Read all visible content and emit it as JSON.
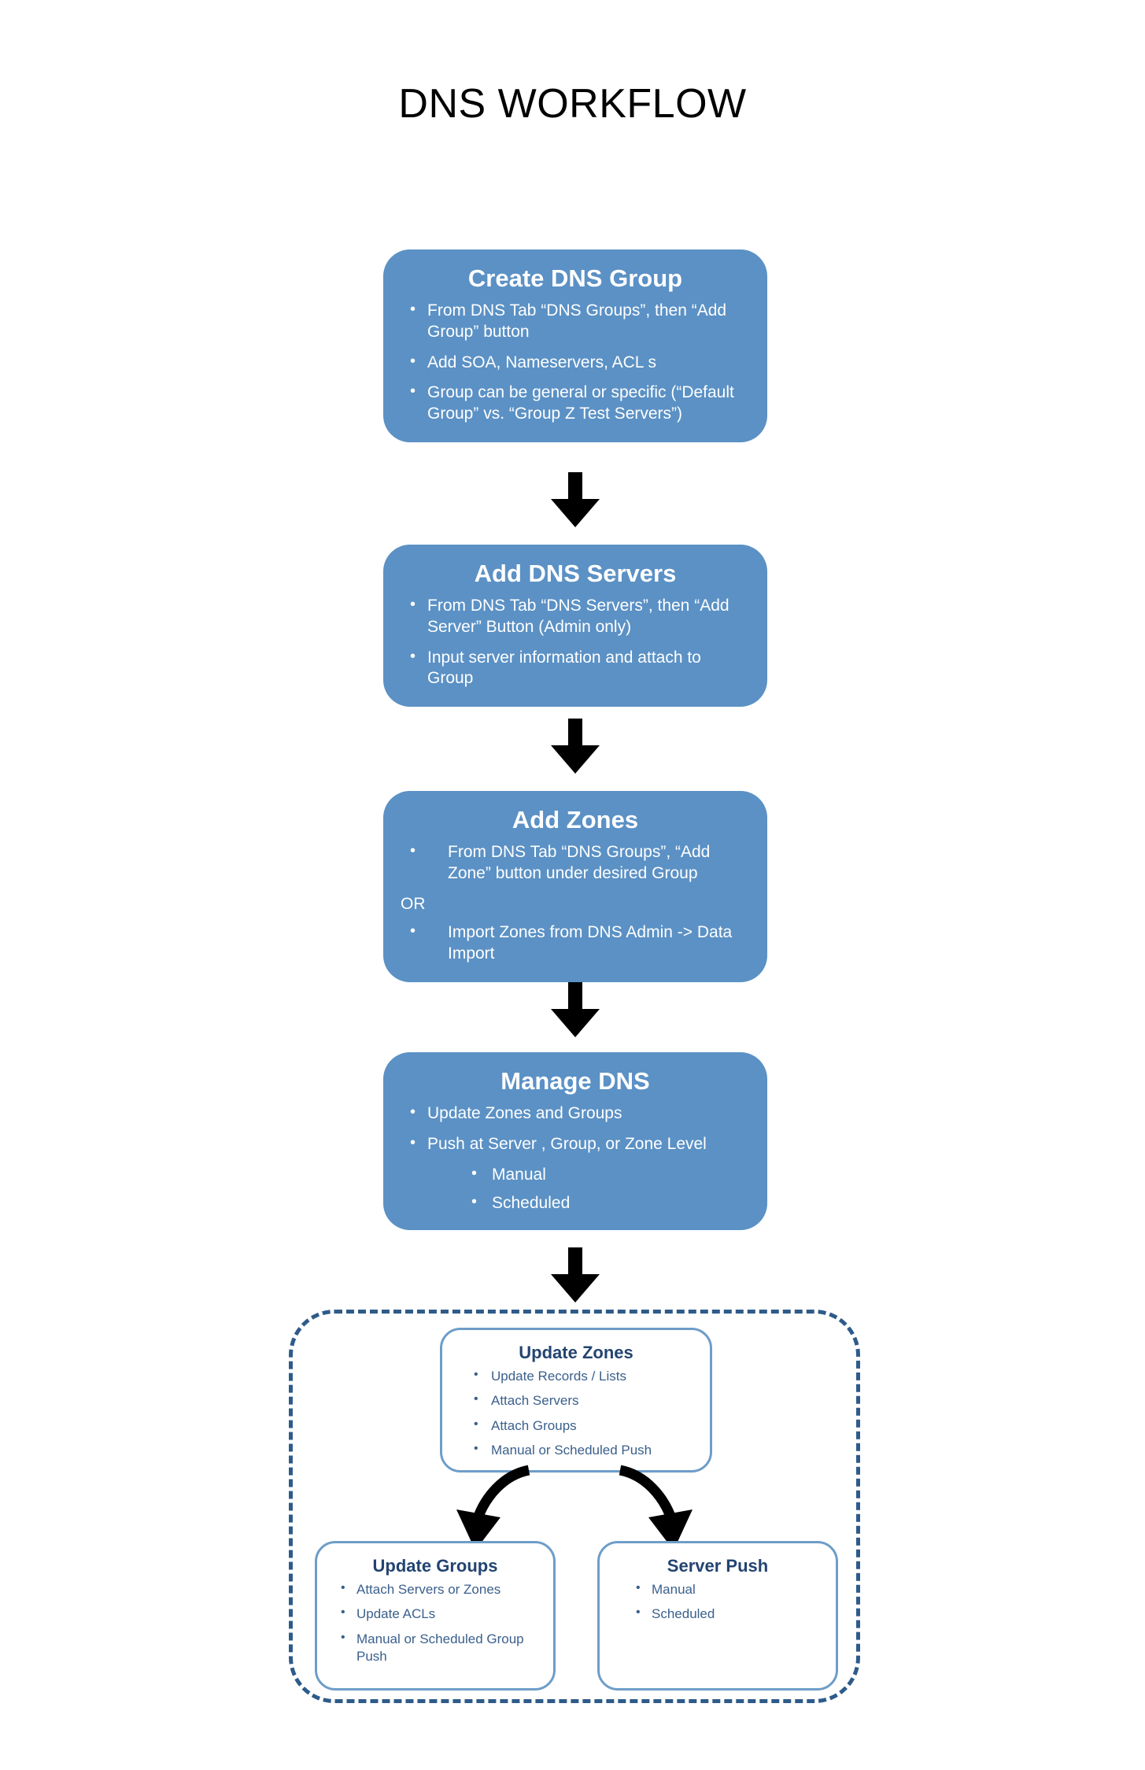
{
  "title": "DNS WORKFLOW",
  "colors": {
    "process_fill": "#5B91C5",
    "process_text": "#FFFFFF",
    "sub_border": "#6E9DC8",
    "sub_title_text": "#234471",
    "sub_body_text": "#3A5F8C",
    "dashed_border": "#2E5B8A",
    "arrow": "#000000",
    "background": "#FFFFFF"
  },
  "flow": {
    "steps": [
      {
        "id": "create-dns-group",
        "title": "Create DNS Group",
        "bullets": [
          {
            "text": "From DNS Tab “DNS Groups”, then “Add Group” button",
            "indent": 0
          },
          {
            "text": "Add SOA, Nameservers, ACL s",
            "indent": 0
          },
          {
            "text": "Group can be general or specific (“Default Group” vs. “Group Z Test Servers”)",
            "indent": 0
          }
        ]
      },
      {
        "id": "add-dns-servers",
        "title": "Add DNS Servers",
        "bullets": [
          {
            "text": "From DNS Tab “DNS Servers”, then “Add Server” Button (Admin only)",
            "indent": 0
          },
          {
            "text": "Input server information and attach to Group",
            "indent": 0
          }
        ]
      },
      {
        "id": "add-zones",
        "title": "Add  Zones",
        "bullets": [
          {
            "text": "From DNS Tab “DNS Groups”, “Add Zone” button under desired Group",
            "indent": 1
          }
        ],
        "separator": "OR",
        "bullets_after": [
          {
            "text": "Import Zones from DNS Admin -> Data Import",
            "indent": 1
          }
        ]
      },
      {
        "id": "manage-dns",
        "title": "Manage DNS",
        "bullets": [
          {
            "text": "Update Zones and Groups",
            "indent": 0
          },
          {
            "text": "Push at Server , Group, or Zone Level",
            "indent": 0
          },
          {
            "text": "Manual",
            "indent": 2
          },
          {
            "text": "Scheduled",
            "indent": 2
          }
        ]
      }
    ]
  },
  "detail_group": {
    "update_zones": {
      "title": "Update Zones",
      "bullets": [
        "Update Records / Lists",
        "Attach Servers",
        "Attach Groups",
        "Manual or Scheduled Push"
      ]
    },
    "update_groups": {
      "title": "Update Groups",
      "bullets": [
        "Attach Servers or Zones",
        "Update ACLs",
        "Manual or Scheduled Group Push"
      ]
    },
    "server_push": {
      "title": "Server Push",
      "bullets": [
        "Manual",
        "Scheduled"
      ]
    }
  }
}
